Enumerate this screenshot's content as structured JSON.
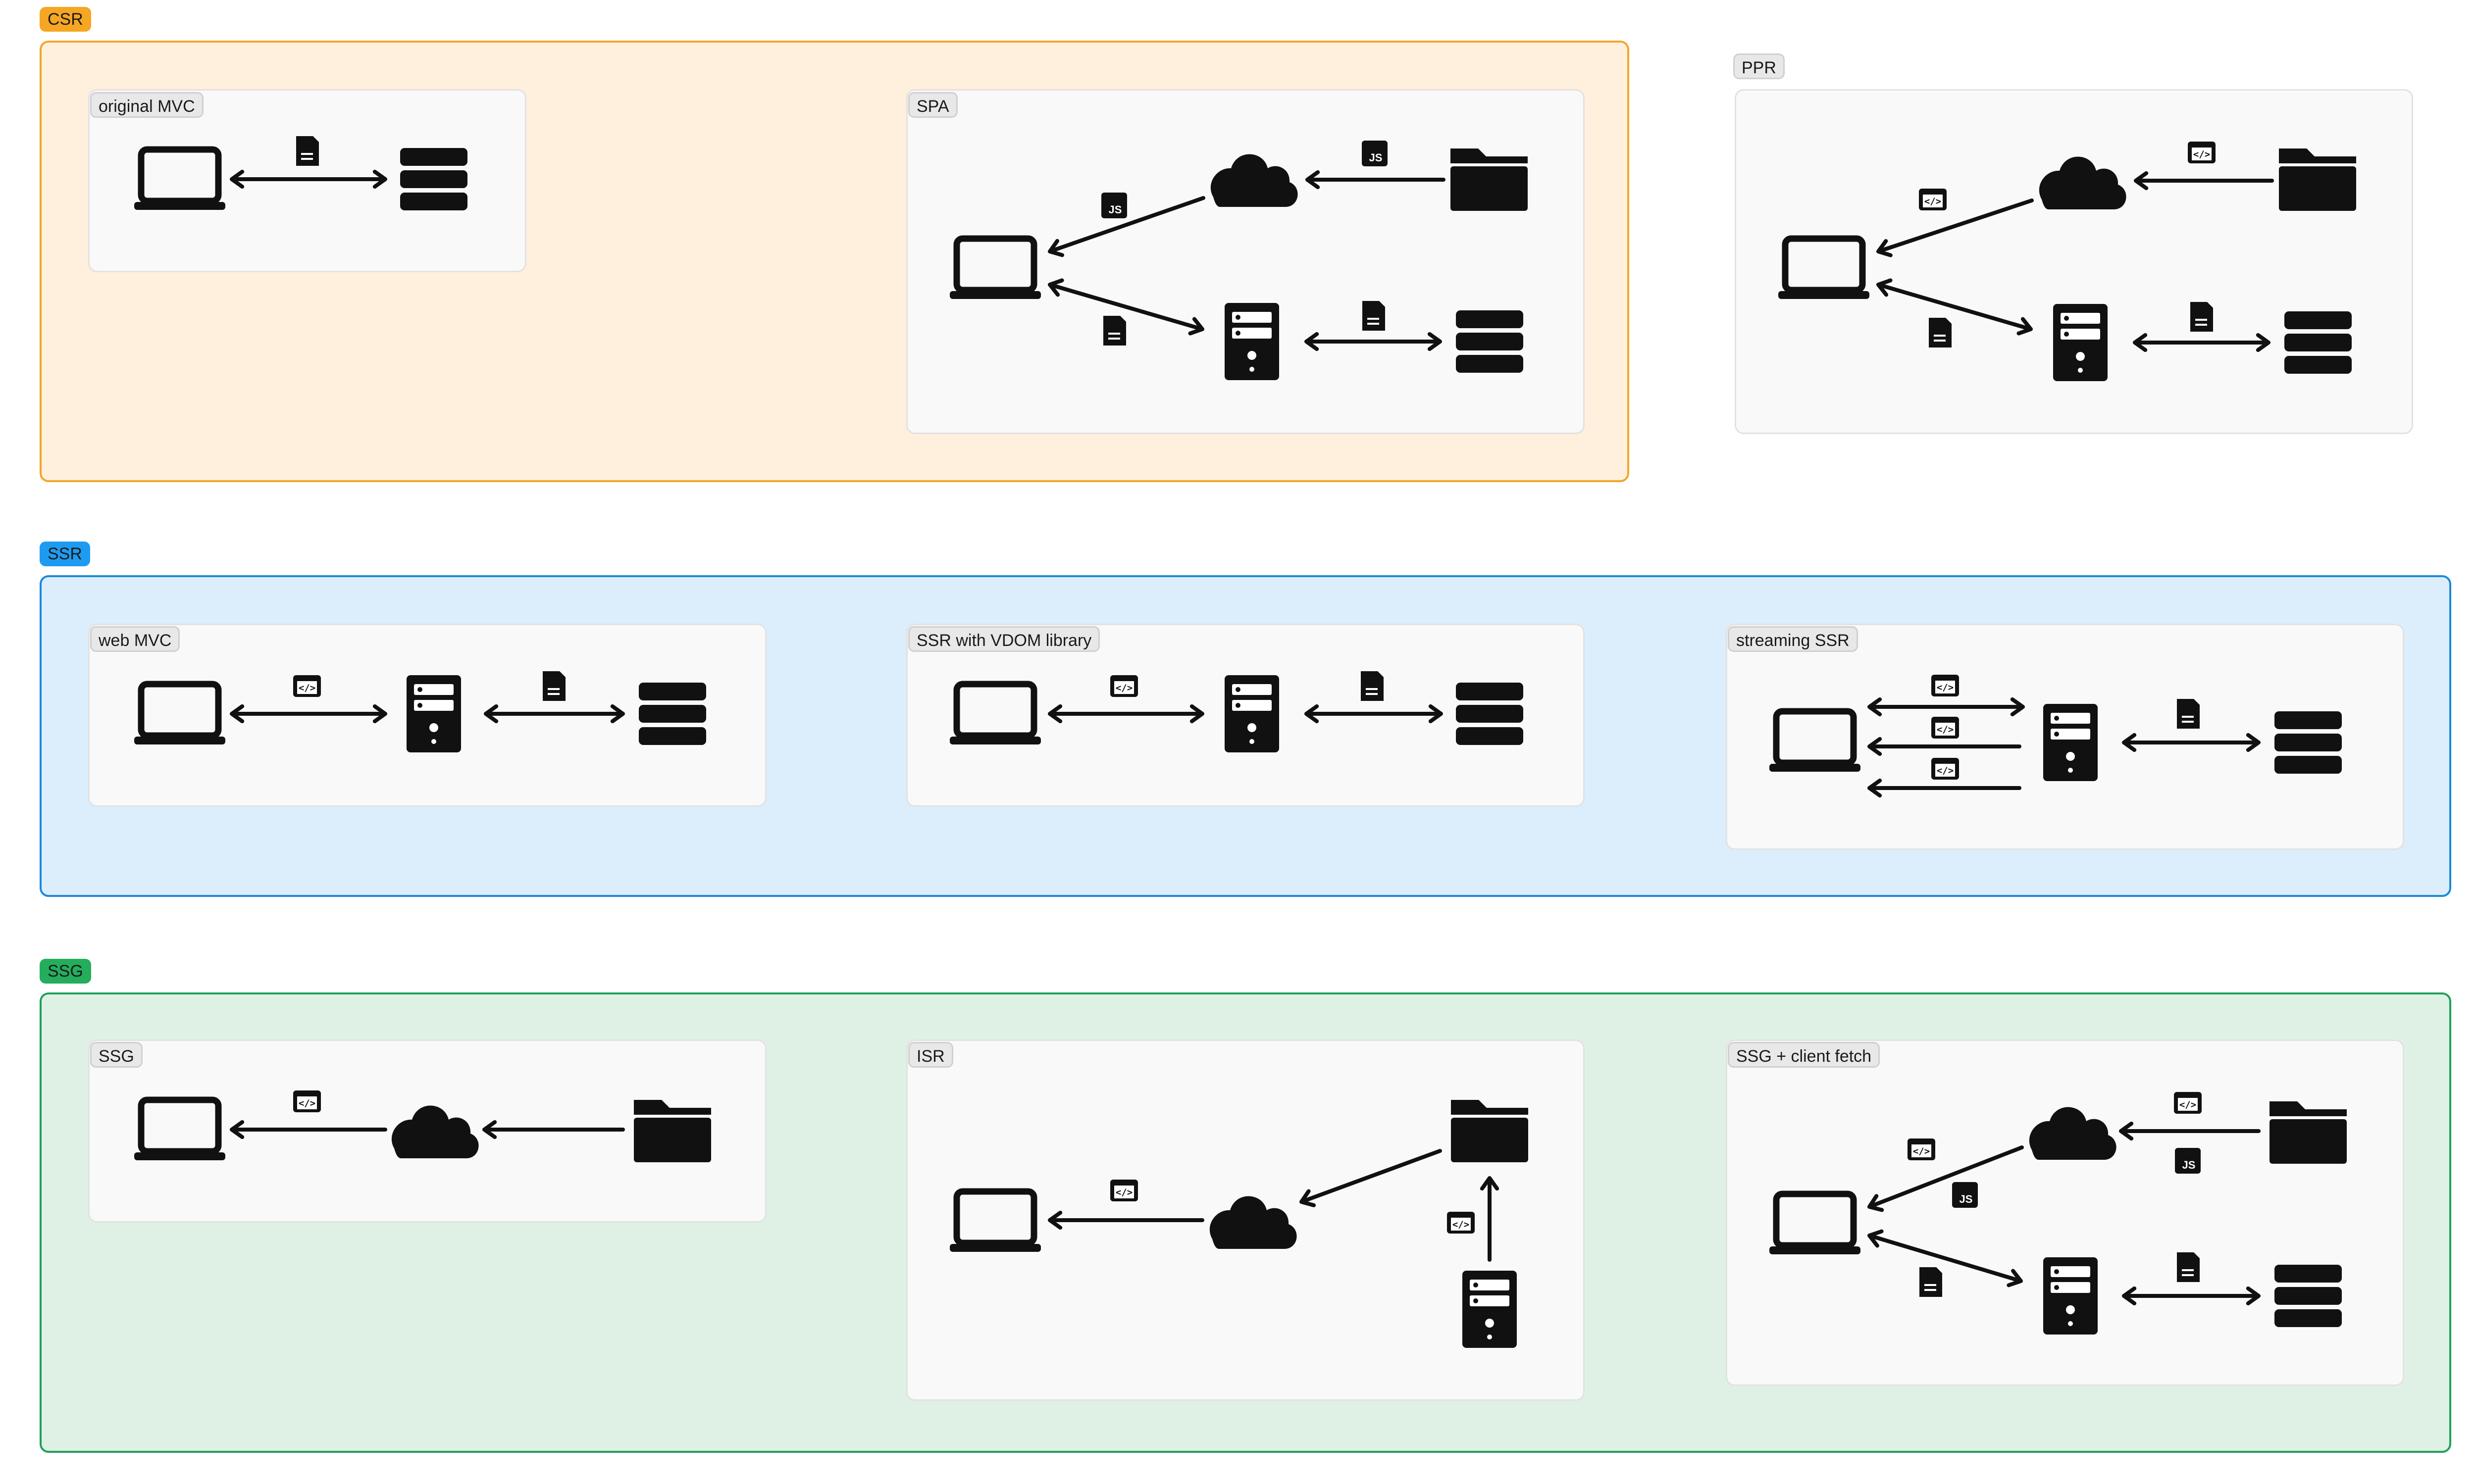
{
  "colors": {
    "csr_border": "#f0a62a",
    "csr_fill": "#fff0dd",
    "csr_tag": "#f5a623",
    "ssr_border": "#1b8ad8",
    "ssr_fill": "#dcedfb",
    "ssr_tag": "#1d9bf0",
    "ssg_border": "#1fa05a",
    "ssg_fill": "#dff1e5",
    "ssg_tag": "#24ad5c"
  },
  "groups": {
    "csr": "CSR",
    "ssr": "SSR",
    "ssg": "SSG"
  },
  "panels": {
    "original_mvc": "original MVC",
    "spa": "SPA",
    "ppr": "PPR",
    "web_mvc": "web MVC",
    "ssr_vdom": "SSR with VDOM library",
    "streaming_ssr": "streaming SSR",
    "ssg": "SSG",
    "isr": "ISR",
    "ssg_client_fetch": "SSG + client fetch"
  },
  "badges": {
    "js": "JS",
    "code": "</>"
  },
  "icons": [
    "laptop-icon",
    "database-icon",
    "document-icon",
    "cloud-icon",
    "folder-icon",
    "server-icon",
    "js-badge-icon",
    "html-code-icon",
    "arrow-icon"
  ]
}
